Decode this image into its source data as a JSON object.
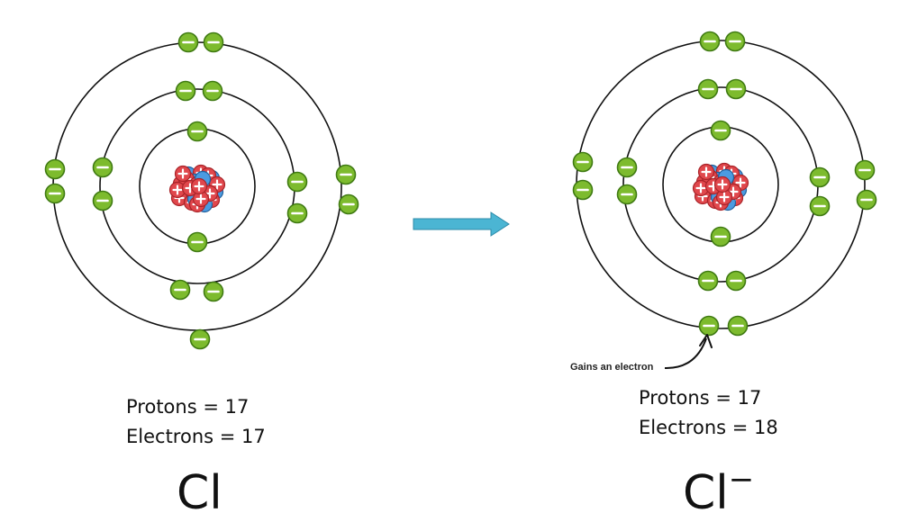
{
  "atoms": [
    {
      "id": "neutral",
      "symbol": "Cl",
      "symbol_charge": "",
      "protons_text": "Protons = 17",
      "electrons_text": "Electrons = 17",
      "protons": 17,
      "electrons": 17,
      "shells": [
        2,
        8,
        7
      ]
    },
    {
      "id": "ion",
      "symbol": "Cl",
      "symbol_charge": "−",
      "protons_text": "Protons = 17",
      "electrons_text": "Electrons = 18",
      "protons": 17,
      "electrons": 18,
      "shells": [
        2,
        8,
        8
      ]
    }
  ],
  "annotation": "Gains an electron",
  "colors": {
    "electron": "#7dbb2e",
    "electron_edge": "#3f7a12",
    "proton": "#e0474c",
    "neutron": "#4b9be0",
    "arrow": "#4bb5d3",
    "orbit": "#111111"
  },
  "icons": {
    "electron": "minus-sign",
    "proton": "plus-sign",
    "transition": "right-arrow"
  }
}
